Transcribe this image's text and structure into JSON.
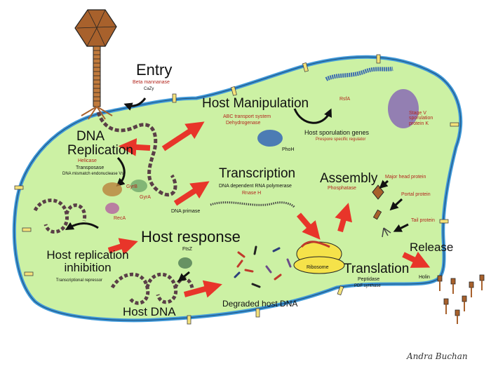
{
  "stages": {
    "entry": {
      "title": "Entry",
      "enzyme": "Beta mannanase",
      "sub": "CaZy"
    },
    "dna_replication": {
      "title": "DNA Replication",
      "enzyme": "Helicase",
      "transposase": "Transposase",
      "mismatch": "DNA mismatch endonuclease Vsr",
      "gyrb": "GyrB",
      "gyra": "GyrA",
      "reca": "RecA"
    },
    "host_manipulation": {
      "title": "Host Manipulation",
      "line1": "ABC transport system",
      "line2": "Dehydrogenase",
      "phoh": "PhoH",
      "rsfa": "RsfA",
      "sporulation_genes": "Host sporulation genes",
      "prespore": "Prespore specific regulator",
      "stage_v": "Stage V sporulation protein K"
    },
    "transcription": {
      "title": "Transcription",
      "polymerase": "DNA dependent RNA polymerase",
      "rnase": "Rnase H",
      "primase": "DNA primase"
    },
    "assembly": {
      "title": "Assembly",
      "phosphatase": "Phosphatase",
      "major_head": "Major head protein",
      "portal": "Portal protein",
      "tail": "Tail protein"
    },
    "host_replication_inhibition": {
      "title": "Host replication inhibition",
      "repressor": "Transcriptional repressor"
    },
    "host_response": {
      "title": "Host response",
      "ftsz": "FtsZ"
    },
    "translation": {
      "title": "Translation",
      "peptidase": "Peptidase",
      "pdf": "PDF synthase",
      "ribosome": "Ribosome"
    },
    "release": {
      "title": "Release",
      "holin": "Holin"
    },
    "host_dna": {
      "title": "Host DNA",
      "degraded": "Degraded host DNA"
    }
  },
  "signature": "Andra Buchan",
  "colors": {
    "cell_fill": "#ccf1a4",
    "membrane": "#3f98d8",
    "arrow": "#e8352a",
    "head": "#a8612c",
    "dna": "#5a3f47"
  }
}
